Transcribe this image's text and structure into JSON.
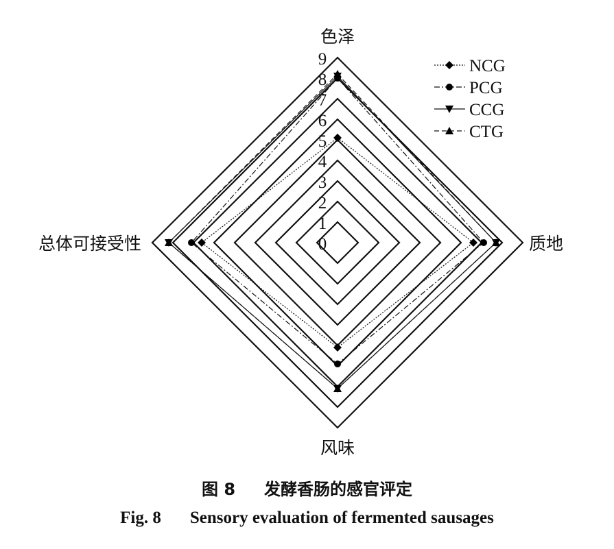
{
  "chart_data": {
    "type": "radar",
    "axes": [
      "色泽",
      "质地",
      "风味",
      "总体可接受性"
    ],
    "r_ticks": [
      "0",
      "1",
      "2",
      "3",
      "4",
      "5",
      "6",
      "7",
      "8",
      "9"
    ],
    "rlim": [
      0,
      9
    ],
    "series": [
      {
        "name": "NCG",
        "marker": "diamond",
        "line": "dotted",
        "values": [
          5.1,
          6.6,
          5.1,
          6.6
        ]
      },
      {
        "name": "PCG",
        "marker": "circle",
        "line": "dash-dot",
        "values": [
          8.0,
          7.1,
          5.9,
          7.1
        ]
      },
      {
        "name": "CCG",
        "marker": "triangle-down",
        "line": "solid",
        "values": [
          8.1,
          7.7,
          7.1,
          8.2
        ]
      },
      {
        "name": "CTG",
        "marker": "triangle-up",
        "line": "dashed",
        "values": [
          8.2,
          7.7,
          7.1,
          8.2
        ]
      }
    ],
    "legend": "top-right"
  },
  "caption": {
    "cn_label": "图 8",
    "cn_title": "发酵香肠的感官评定",
    "en_label": "Fig. 8",
    "en_title": "Sensory evaluation of fermented sausages"
  }
}
